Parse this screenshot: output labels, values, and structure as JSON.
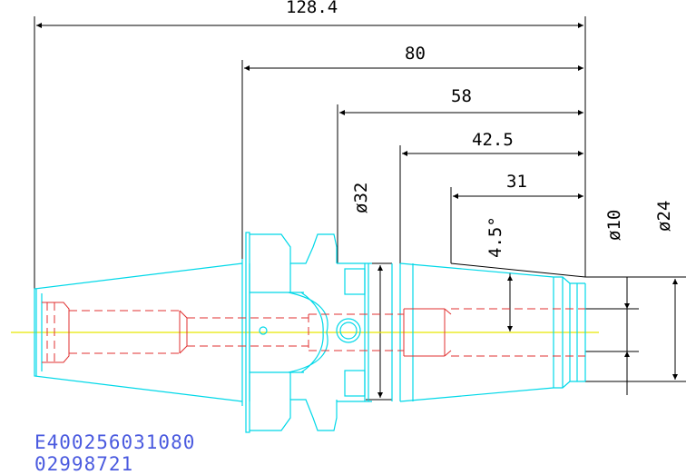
{
  "dimensions": {
    "overall_length": "128.4",
    "length_80": "80",
    "length_58": "58",
    "length_42_5": "42.5",
    "length_31": "31",
    "diameter_32": "ø32",
    "diameter_10": "ø10",
    "diameter_24": "ø24",
    "angle": "4.5°"
  },
  "part_codes": {
    "code_1": "E400256031080",
    "code_2": "02998721"
  },
  "colors": {
    "outline": "#00d8e8",
    "hidden_lines": "#e03030",
    "centerline": "#e8e800",
    "dimensions": "#000000",
    "code_text": "#4a5adf"
  }
}
